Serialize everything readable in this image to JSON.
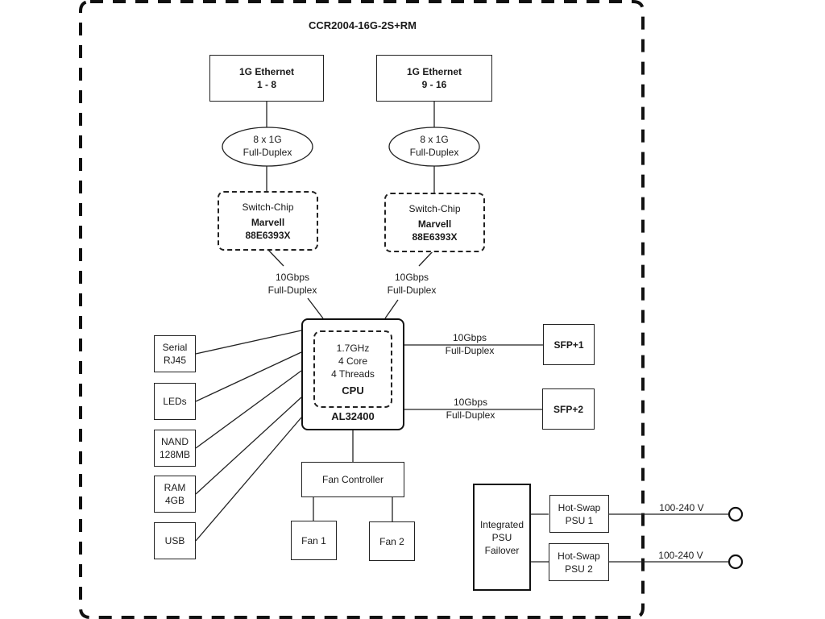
{
  "title": "CCR2004-16G-2S+RM",
  "ethernet": [
    {
      "line1": "1G Ethernet",
      "line2": "1 - 8",
      "link_line1": "8 x 1G",
      "link_line2": "Full-Duplex"
    },
    {
      "line1": "1G Ethernet",
      "line2": "9 - 16",
      "link_line1": "8 x 1G",
      "link_line2": "Full-Duplex"
    }
  ],
  "switch_chips": [
    {
      "type": "Switch-Chip",
      "vendor": "Marvell",
      "model": "88E6393X",
      "uplink_line1": "10Gbps",
      "uplink_line2": "Full-Duplex"
    },
    {
      "type": "Switch-Chip",
      "vendor": "Marvell",
      "model": "88E6393X",
      "uplink_line1": "10Gbps",
      "uplink_line2": "Full-Duplex"
    }
  ],
  "cpu": {
    "freq": "1.7GHz",
    "cores": "4 Core",
    "threads": "4 Threads",
    "label": "CPU",
    "model": "AL32400"
  },
  "peripherals": [
    {
      "line1": "Serial",
      "line2": "RJ45"
    },
    {
      "line1": "LEDs",
      "line2": ""
    },
    {
      "line1": "NAND",
      "line2": "128MB"
    },
    {
      "line1": "RAM",
      "line2": "4GB"
    },
    {
      "line1": "USB",
      "line2": ""
    }
  ],
  "sfp": [
    {
      "label": "SFP+1",
      "link_line1": "10Gbps",
      "link_line2": "Full-Duplex"
    },
    {
      "label": "SFP+2",
      "link_line1": "10Gbps",
      "link_line2": "Full-Duplex"
    }
  ],
  "fan": {
    "controller": "Fan Controller",
    "fans": [
      "Fan 1",
      "Fan 2"
    ]
  },
  "power": {
    "failover": [
      "Integrated",
      "PSU",
      "Failover"
    ],
    "psus": [
      {
        "line1": "Hot-Swap",
        "line2": "PSU 1",
        "voltage": "100-240 V"
      },
      {
        "line1": "Hot-Swap",
        "line2": "PSU 2",
        "voltage": "100-240 V"
      }
    ]
  }
}
